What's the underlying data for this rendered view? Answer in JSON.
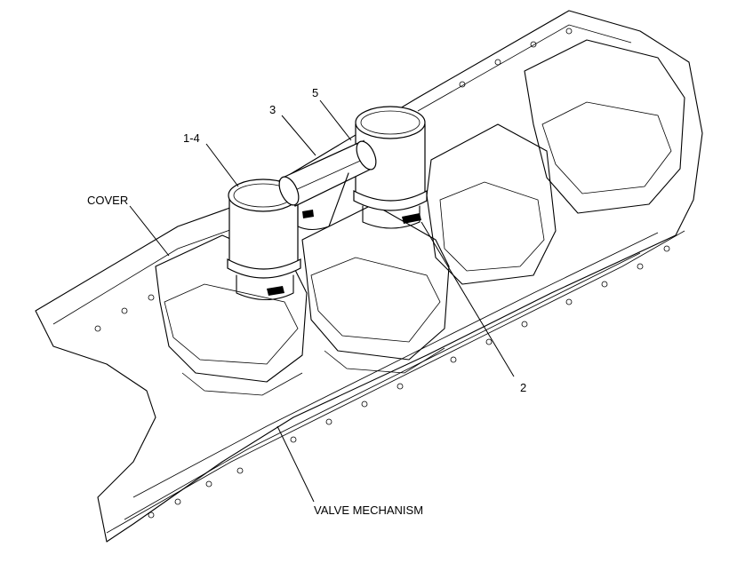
{
  "callouts": {
    "c14": "1-4",
    "c3": "3",
    "c5": "5",
    "c2": "2",
    "cover": "COVER",
    "valve": "VALVE MECHANISM"
  },
  "colors": {
    "line": "#000000",
    "background": "#ffffff"
  }
}
